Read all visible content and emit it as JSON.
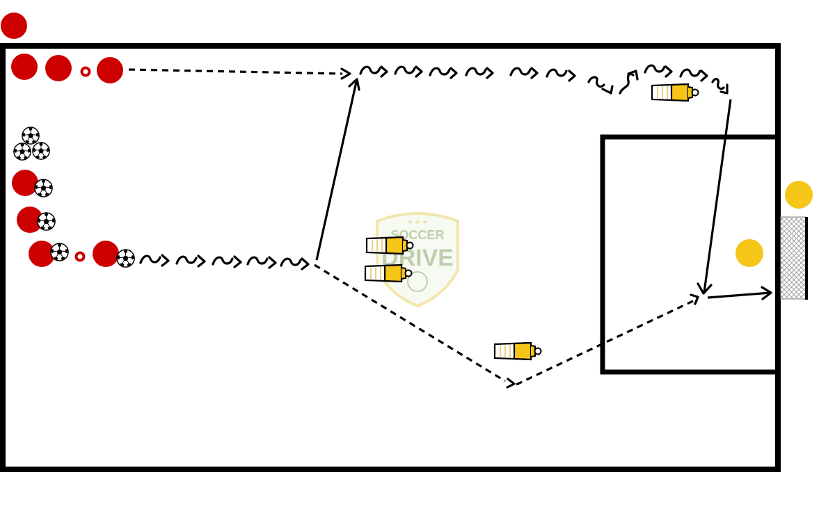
{
  "diagram": {
    "watermark": {
      "line1": "SOCCER",
      "line2": "DRIVE",
      "stars": "★ ★ ★"
    },
    "colors": {
      "player": "#cc0000",
      "goalkeeper": "#f5c518",
      "mannequin": "#f5c518",
      "line": "#000000",
      "net": "#8a8a8a",
      "watermark_green": "#8aa86a",
      "watermark_yellow": "#e8d36a"
    },
    "icons": {
      "player": "red-disc",
      "ball": "soccer-ball",
      "cone": "red-ring-cone",
      "mannequin": "yellow-mannequin",
      "goal": "net-goal",
      "goalkeeper": "yellow-disc"
    }
  }
}
